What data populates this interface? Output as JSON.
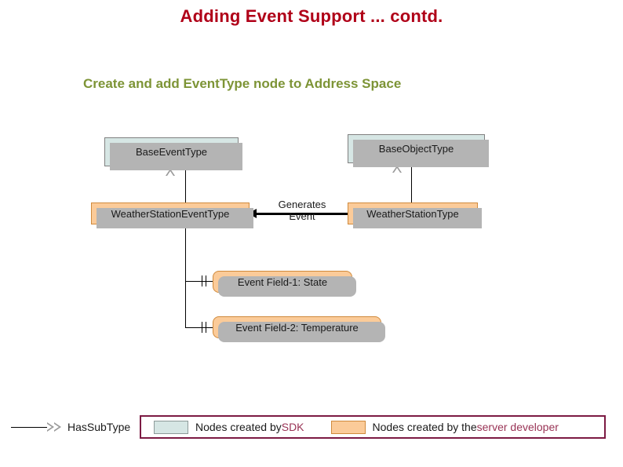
{
  "slide": {
    "title": "Adding Event Support ... contd.",
    "subtitle": "Create and add EventType node to Address Space",
    "title_color": "#b00018",
    "subtitle_color": "#7d9436"
  },
  "diagram": {
    "nodes": [
      {
        "id": "base-event-type",
        "label": "BaseEventType",
        "kind": "sdk"
      },
      {
        "id": "base-object-type",
        "label": "BaseObjectType",
        "kind": "sdk"
      },
      {
        "id": "weather-station-event-type",
        "label": "WeatherStationEventType",
        "kind": "dev"
      },
      {
        "id": "weather-station-type",
        "label": "WeatherStationType",
        "kind": "dev"
      },
      {
        "id": "event-field-1",
        "label": "Event Field-1: State",
        "kind": "field"
      },
      {
        "id": "event-field-2",
        "label": "Event Field-2: Temperature",
        "kind": "field"
      }
    ],
    "edges": [
      {
        "id": "generates-event",
        "label_line1": "Generates",
        "label_line2": "Event",
        "from": "weather-station-type",
        "to": "weather-station-event-type",
        "style": "solid-arrow"
      },
      {
        "id": "subtype-event",
        "label": "",
        "from": "weather-station-event-type",
        "to": "base-event-type",
        "style": "generalization"
      },
      {
        "id": "subtype-object",
        "label": "",
        "from": "weather-station-type",
        "to": "base-object-type",
        "style": "generalization"
      },
      {
        "id": "has-field-1",
        "label": "",
        "from": "weather-station-event-type",
        "to": "event-field-1",
        "style": "composition"
      },
      {
        "id": "has-field-2",
        "label": "",
        "from": "weather-station-event-type",
        "to": "event-field-2",
        "style": "composition"
      }
    ],
    "colors": {
      "sdk_fill": "#d6e6e4",
      "sdk_border": "#808080",
      "dev_fill": "#fbcb99",
      "dev_border": "#d08a3c",
      "shadow": "#b4b4b4",
      "line": "#000000",
      "generalization_head": "#9a9a9a"
    }
  },
  "legend": {
    "relation_label": "HasSubType",
    "relation_icon": "hollow-double-triangle-right",
    "border_color": "#7c1a43",
    "items": [
      {
        "id": "legend-sdk",
        "swatch": "sdk",
        "text_prefix": "Nodes created by ",
        "text_accent": "SDK",
        "accent_color": "#993355"
      },
      {
        "id": "legend-dev",
        "swatch": "dev",
        "text_prefix": "Nodes created by the ",
        "text_accent": "server developer",
        "accent_color": "#993355"
      }
    ]
  }
}
